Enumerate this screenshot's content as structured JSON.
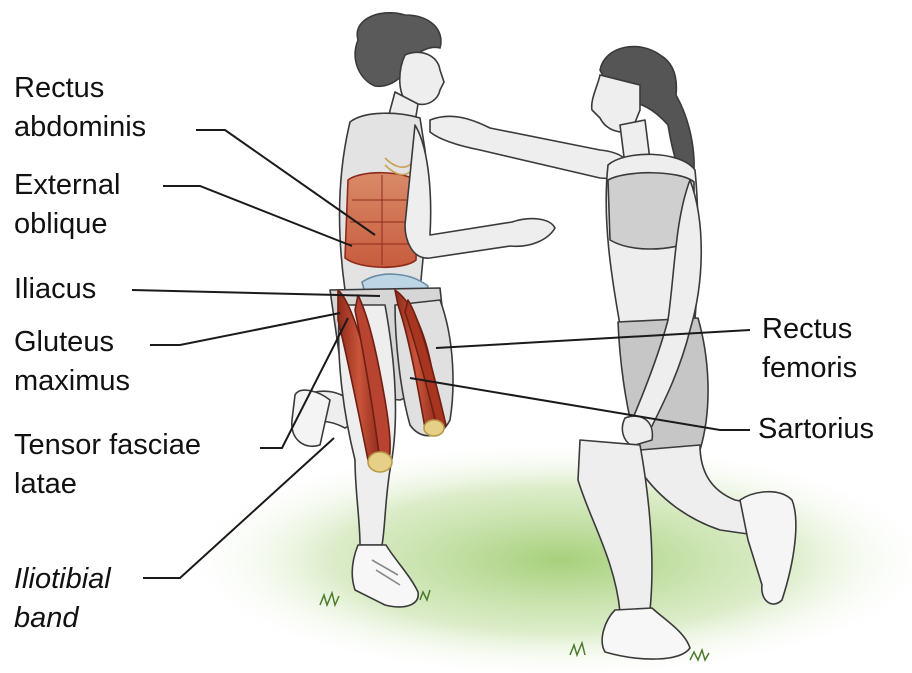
{
  "labels": {
    "rectus_abdominis": [
      "Rectus",
      "abdominis"
    ],
    "external_oblique": [
      "External",
      "oblique"
    ],
    "iliacus": [
      "Iliacus"
    ],
    "gluteus_maximus": [
      "Gluteus",
      "maximus"
    ],
    "tensor_fasciae_latae": [
      "Tensor fasciae",
      "latae"
    ],
    "iliotibial_band": [
      "Iliotibial",
      "band"
    ],
    "rectus_femoris": [
      "Rectus",
      "femoris"
    ],
    "sartorius": [
      "Sartorius"
    ]
  },
  "colors": {
    "muscle": "#c2462e",
    "muscle_dark": "#8f2a1a",
    "skin": "#eeeeee",
    "outline": "#3a3a3a",
    "grass": "#a9d27e",
    "bone": "#e6cf86"
  }
}
